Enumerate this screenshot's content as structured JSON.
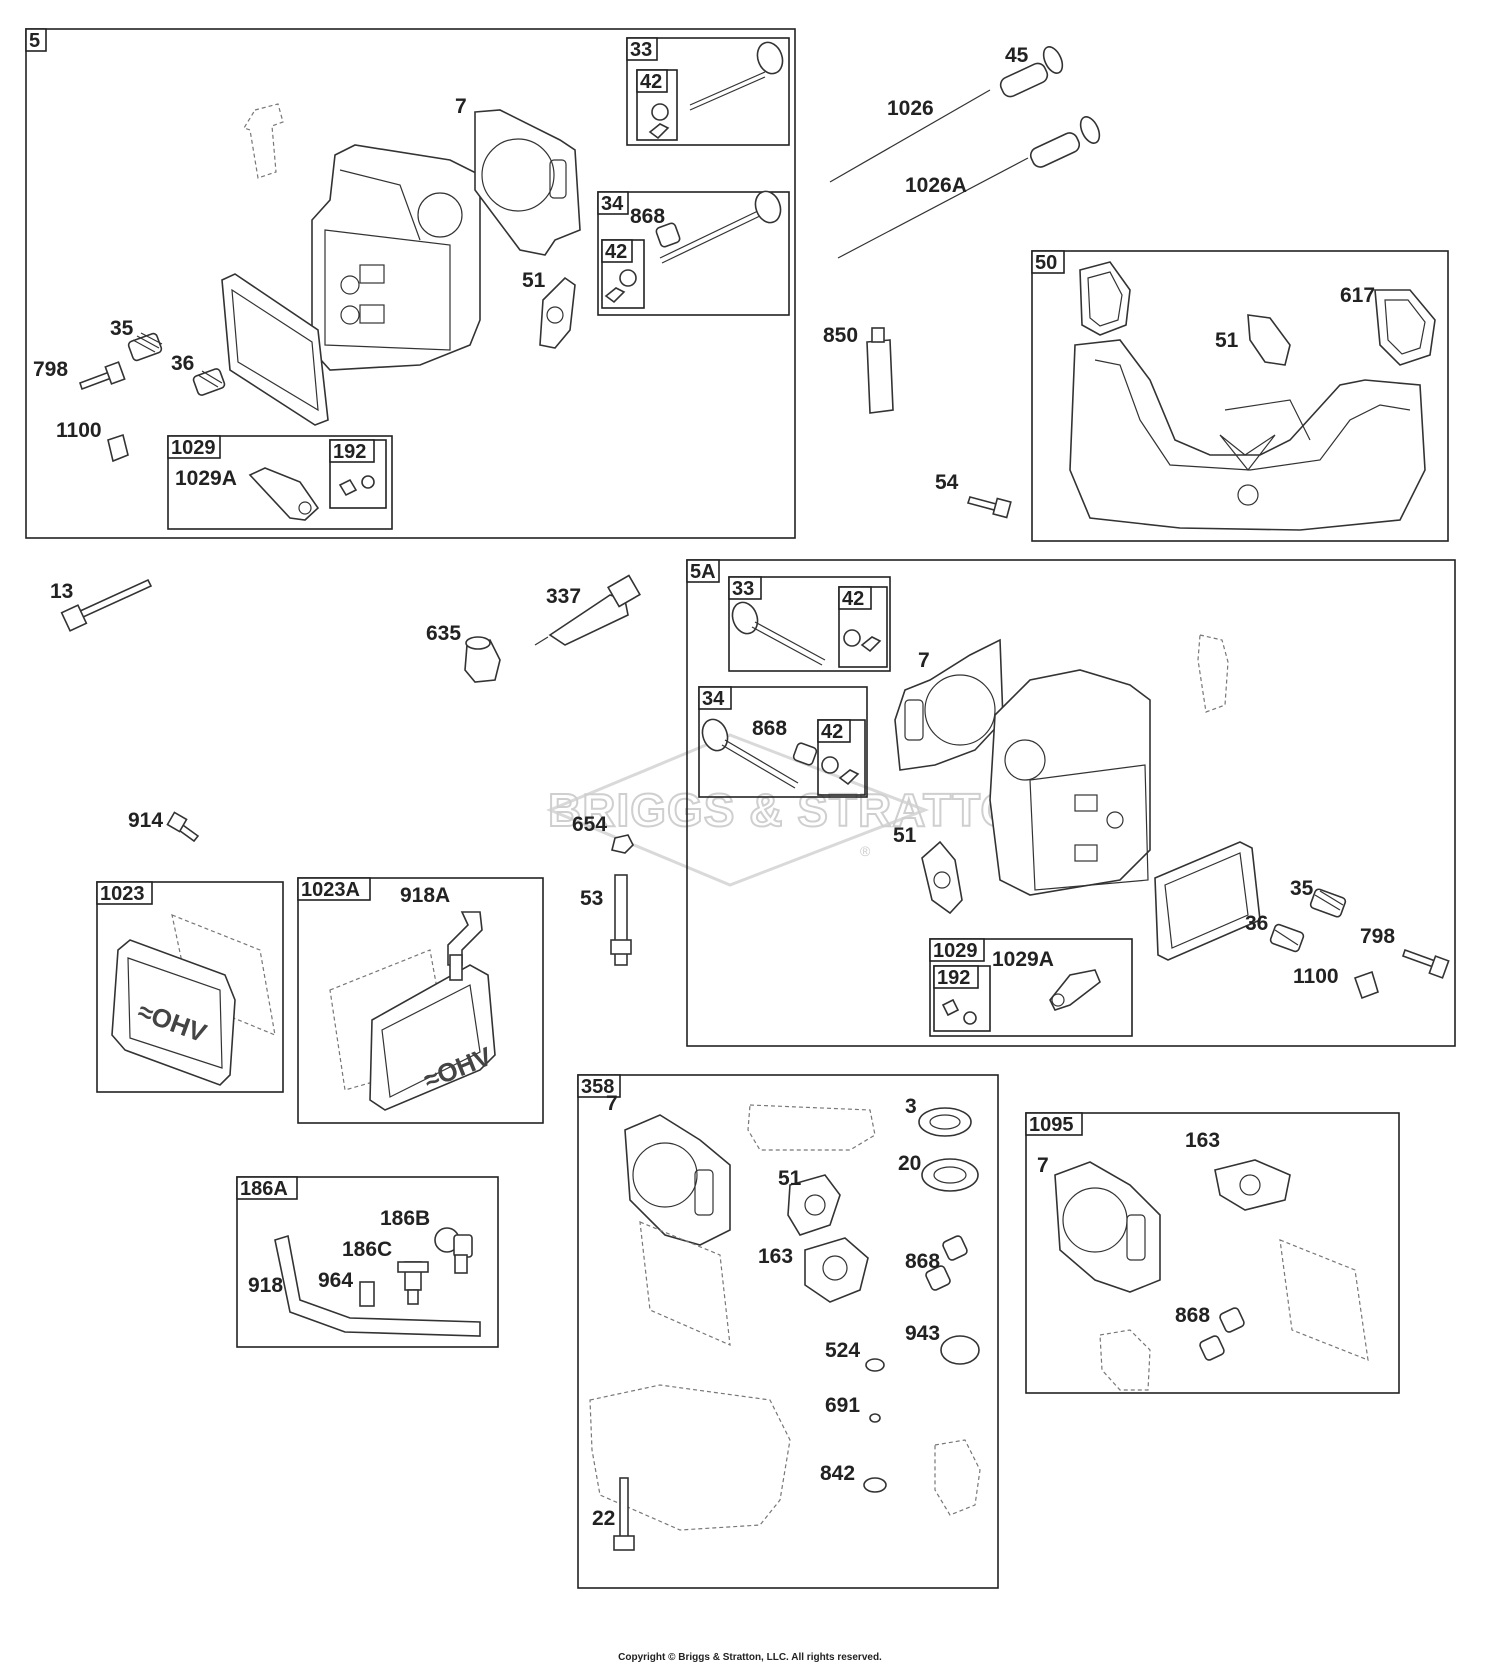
{
  "watermark": {
    "brand": "BRIGGS & STRATTON",
    "mark": "®"
  },
  "copyright": "Copyright © Briggs & Stratton, LLC. All rights reserved.",
  "groups": {
    "g5": {
      "tag": "5"
    },
    "g5_33": {
      "tag": "33",
      "sub": "42"
    },
    "g5_34": {
      "tag": "34",
      "sub": "42",
      "p868": "868"
    },
    "g5_1029": {
      "tag": "1029",
      "sub": "192",
      "part": "1029A"
    },
    "g50": {
      "tag": "50"
    },
    "g5A": {
      "tag": "5A"
    },
    "g5A_33": {
      "tag": "33",
      "sub": "42"
    },
    "g5A_34": {
      "tag": "34",
      "sub": "42",
      "p868": "868"
    },
    "g5A_1029": {
      "tag": "1029",
      "sub": "192",
      "part": "1029A"
    },
    "g1023": {
      "tag": "1023"
    },
    "g1023A": {
      "tag": "1023A",
      "part": "918A"
    },
    "g186A": {
      "tag": "186A",
      "p186B": "186B",
      "p186C": "186C",
      "p964": "964",
      "p918": "918"
    },
    "g358": {
      "tag": "358"
    },
    "g1095": {
      "tag": "1095"
    }
  },
  "labels": {
    "l7a": "7",
    "l51a": "51",
    "l35a": "35",
    "l798a": "798",
    "l36a": "36",
    "l1100a": "1100",
    "l45": "45",
    "l1026": "1026",
    "l1026A": "1026A",
    "l850": "850",
    "l54": "54",
    "l51b": "51",
    "l617": "617",
    "l13": "13",
    "l337": "337",
    "l635": "635",
    "l914": "914",
    "l654": "654",
    "l53": "53",
    "l7b": "7",
    "l51c": "51",
    "l35b": "35",
    "l36b": "36",
    "l798b": "798",
    "l1100b": "1100",
    "s7": "7",
    "s3": "3",
    "s20": "20",
    "s51": "51",
    "s163": "163",
    "s868": "868",
    "s524": "524",
    "s943": "943",
    "s691": "691",
    "s842": "842",
    "s22": "22",
    "k7": "7",
    "k163": "163",
    "k868": "868"
  }
}
